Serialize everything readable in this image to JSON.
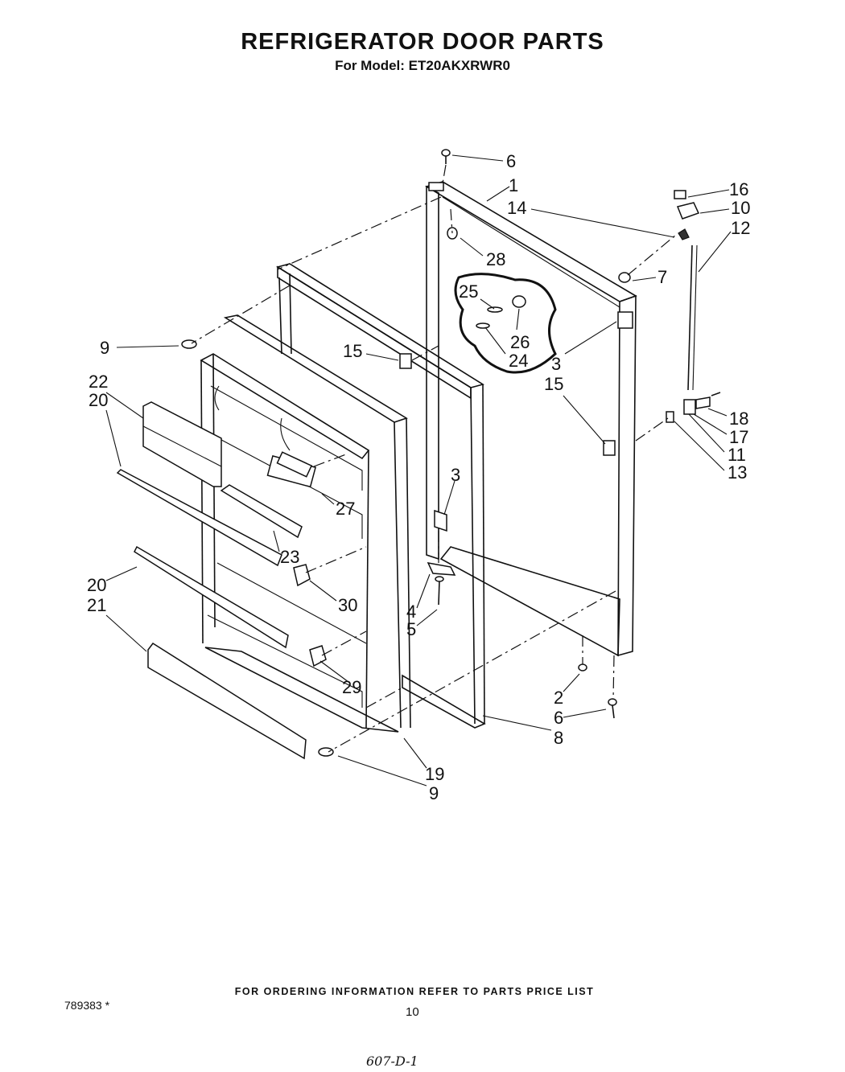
{
  "header": {
    "title": "REFRIGERATOR DOOR PARTS",
    "subtitle": "For Model: ET20AKXRWR0"
  },
  "callouts": [
    {
      "id": "c6a",
      "text": "6"
    },
    {
      "id": "c1",
      "text": "1"
    },
    {
      "id": "c16",
      "text": "16"
    },
    {
      "id": "c14",
      "text": "14"
    },
    {
      "id": "c10",
      "text": "10"
    },
    {
      "id": "c12",
      "text": "12"
    },
    {
      "id": "c28",
      "text": "28"
    },
    {
      "id": "c7",
      "text": "7"
    },
    {
      "id": "c25",
      "text": "25"
    },
    {
      "id": "c26",
      "text": "26"
    },
    {
      "id": "c24",
      "text": "24"
    },
    {
      "id": "c9a",
      "text": "9"
    },
    {
      "id": "c15a",
      "text": "15"
    },
    {
      "id": "c3a",
      "text": "3"
    },
    {
      "id": "c15b",
      "text": "15"
    },
    {
      "id": "c22",
      "text": "22"
    },
    {
      "id": "c20a",
      "text": "20"
    },
    {
      "id": "c18",
      "text": "18"
    },
    {
      "id": "c17",
      "text": "17"
    },
    {
      "id": "c11",
      "text": "11"
    },
    {
      "id": "c13",
      "text": "13"
    },
    {
      "id": "c3b",
      "text": "3"
    },
    {
      "id": "c27",
      "text": "27"
    },
    {
      "id": "c23",
      "text": "23"
    },
    {
      "id": "c20b",
      "text": "20"
    },
    {
      "id": "c21",
      "text": "21"
    },
    {
      "id": "c30",
      "text": "30"
    },
    {
      "id": "c4",
      "text": "4"
    },
    {
      "id": "c5",
      "text": "5"
    },
    {
      "id": "c29",
      "text": "29"
    },
    {
      "id": "c2",
      "text": "2"
    },
    {
      "id": "c6b",
      "text": "6"
    },
    {
      "id": "c8",
      "text": "8"
    },
    {
      "id": "c19",
      "text": "19"
    },
    {
      "id": "c9b",
      "text": "9"
    }
  ],
  "footer": {
    "ordering_note": "FOR ORDERING INFORMATION REFER TO PARTS PRICE LIST",
    "doc_number": "789383 *",
    "page_number": "10",
    "handwritten": "607-D-1"
  }
}
